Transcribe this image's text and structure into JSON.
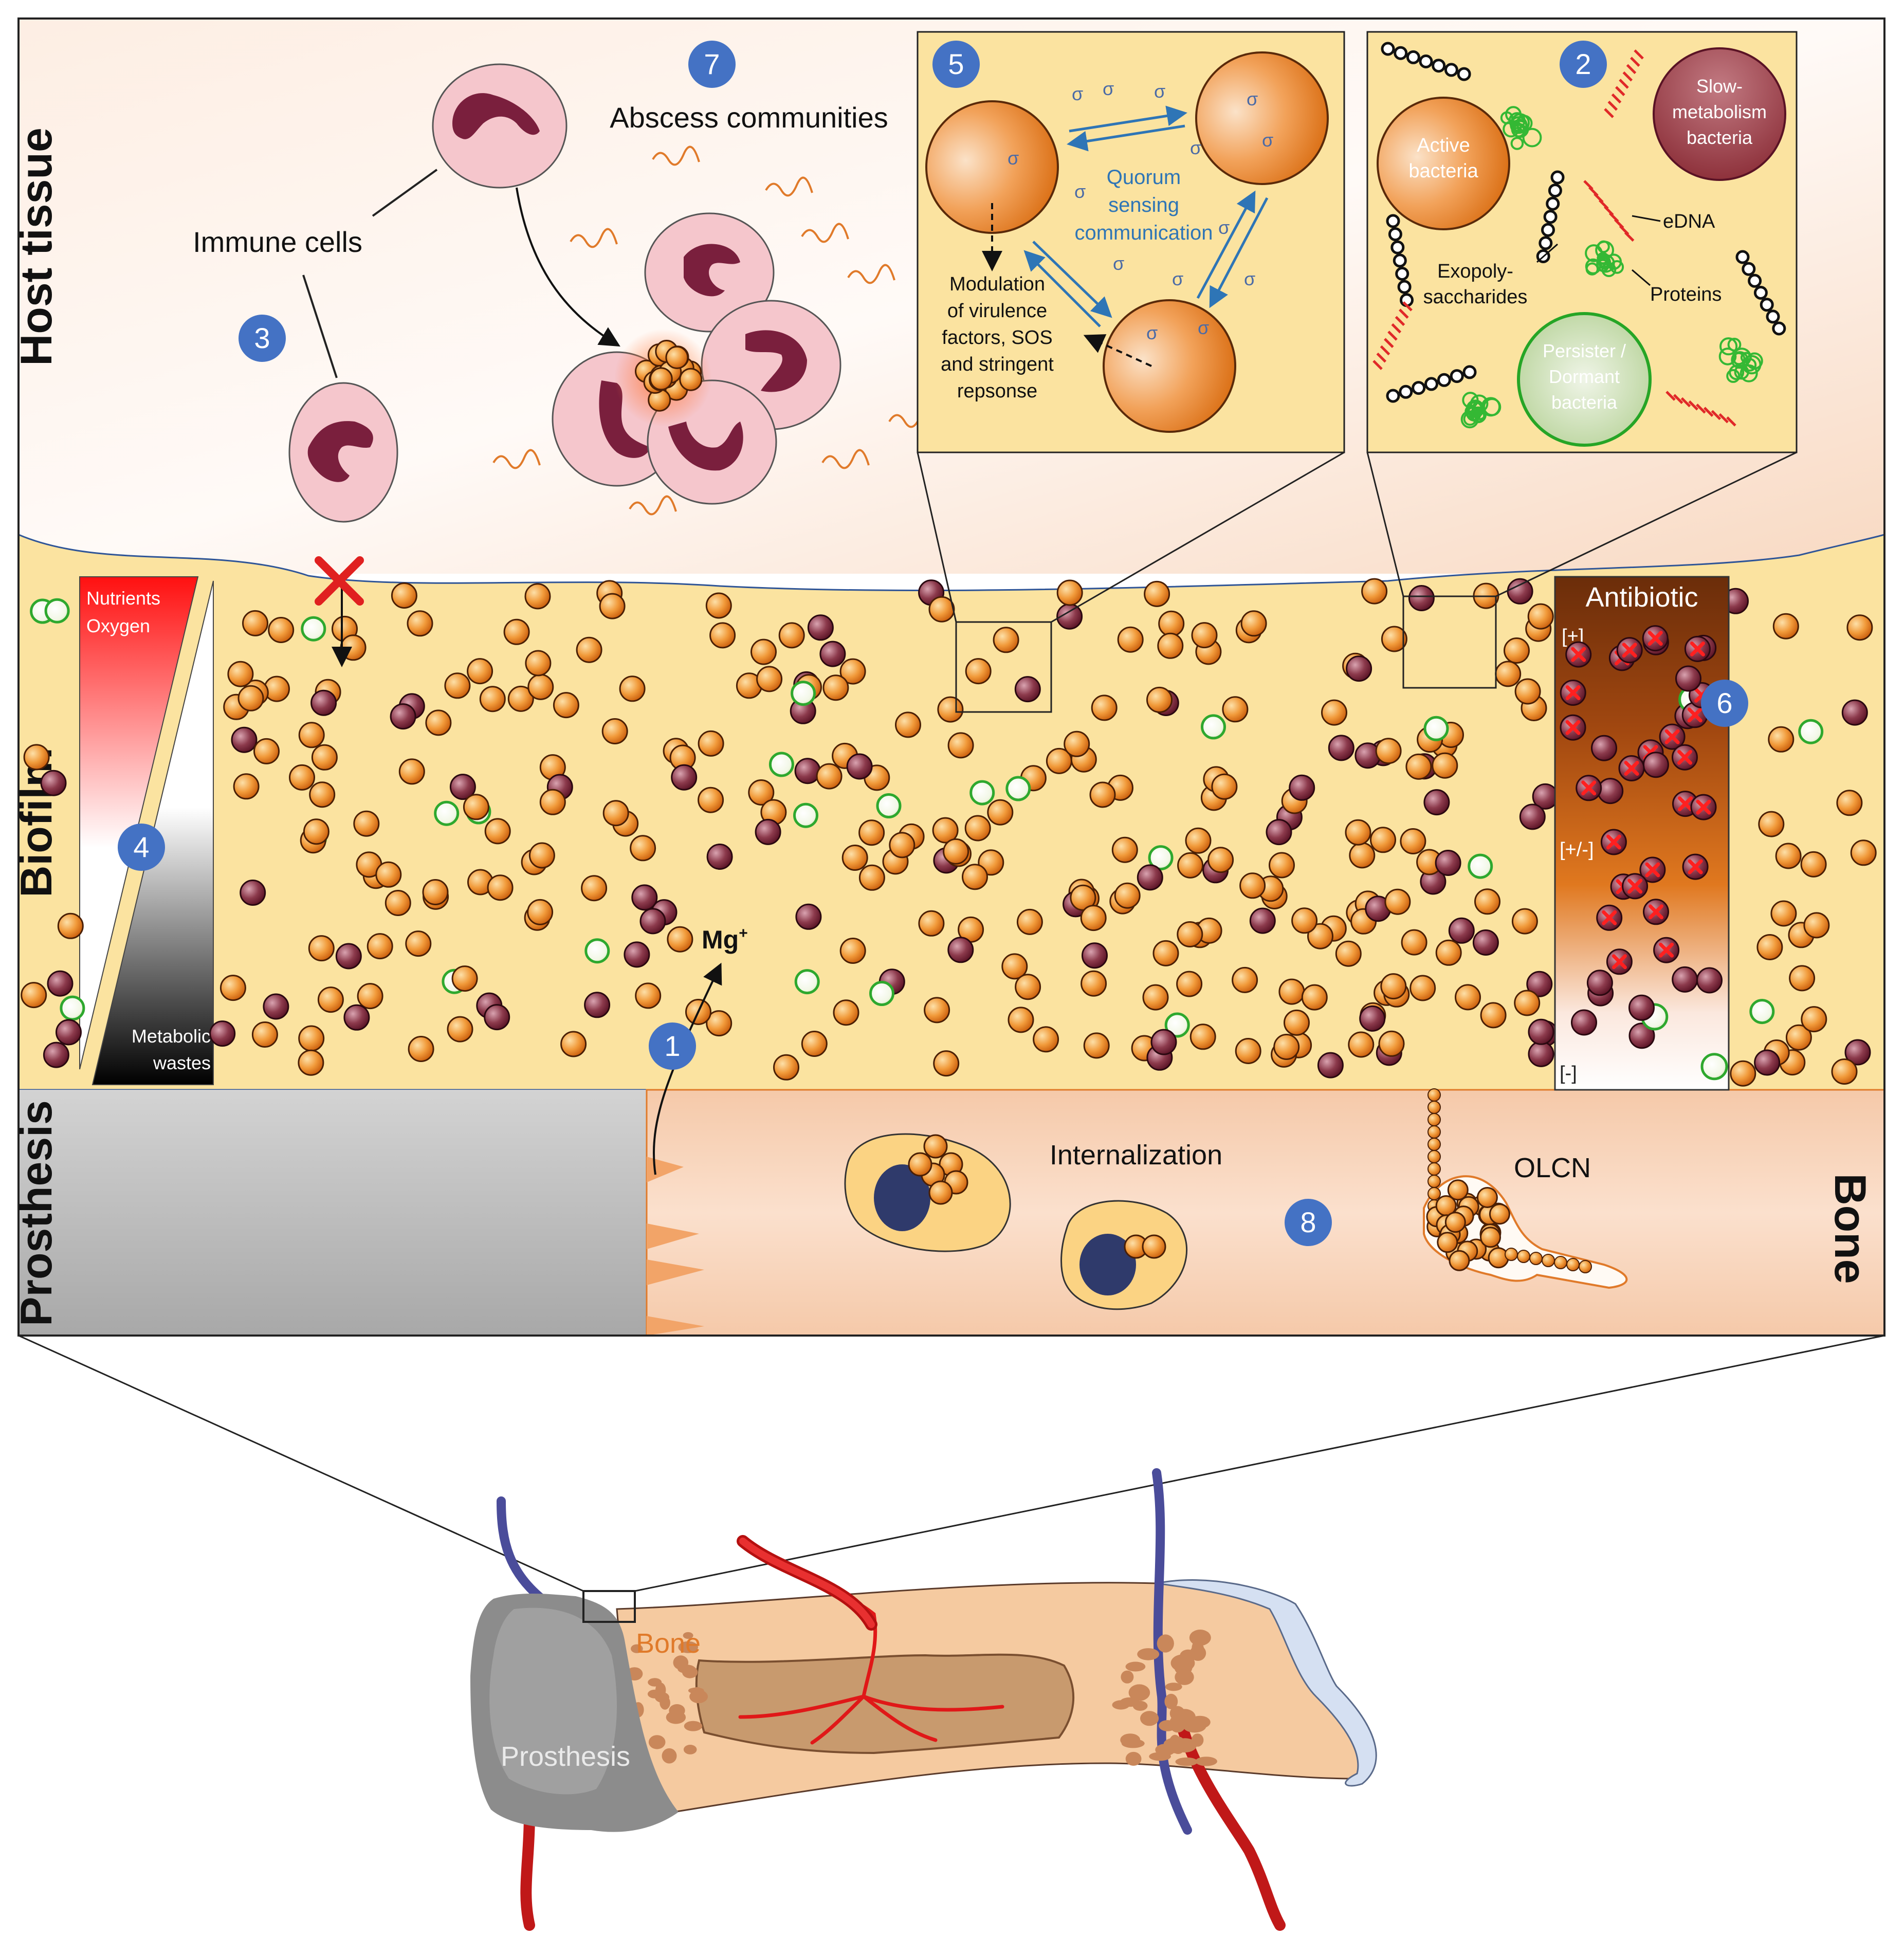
{
  "regions": {
    "host_tissue": "Host tissue",
    "biofilm": "Biofilm",
    "prosthesis": "Prosthesis",
    "bone": "Bone"
  },
  "markers": [
    "1",
    "2",
    "3",
    "4",
    "5",
    "6",
    "7",
    "8"
  ],
  "labels": {
    "abscess": "Abscess communities",
    "immune_cells": "Immune cells",
    "nutrients": "Nutrients",
    "oxygen": "Oxygen",
    "metabolic": "Metabolic",
    "wastes": "wastes",
    "mg": "Mg",
    "mg_sup": "+",
    "antibiotic": "Antibiotic",
    "conc_high": "[+]",
    "conc_mid": "[+/-]",
    "conc_low": "[-]",
    "internalization": "Internalization",
    "olcn": "OLCN",
    "quorum": [
      "Quorum",
      "sensing",
      "communication"
    ],
    "modulation": [
      "Modulation",
      "of virulence",
      "factors, SOS",
      "and stringent",
      "repsonse"
    ],
    "active": [
      "Active",
      "bacteria"
    ],
    "slow": [
      "Slow-",
      "metabolism",
      "bacteria"
    ],
    "persister": [
      "Persister /",
      "Dormant",
      "bacteria"
    ],
    "edna": "eDNA",
    "exopoly": [
      "Exopoly-",
      "saccharides"
    ],
    "proteins": "Proteins",
    "sigma": "σ",
    "bottom_bone": "Bone",
    "bottom_prosthesis": "Prosthesis"
  },
  "colors": {
    "marker": "#4472c4",
    "biofilm": "#fbe3a0",
    "orange_bacteria": "#e8821e",
    "maroon_bacteria": "#7a2236",
    "persister": "#3caa3c",
    "arrow_blue": "#2e75b6",
    "red_x": "#e02020",
    "neutrophil": "#f5c6cc",
    "nucleus": "#7a1f3d"
  }
}
